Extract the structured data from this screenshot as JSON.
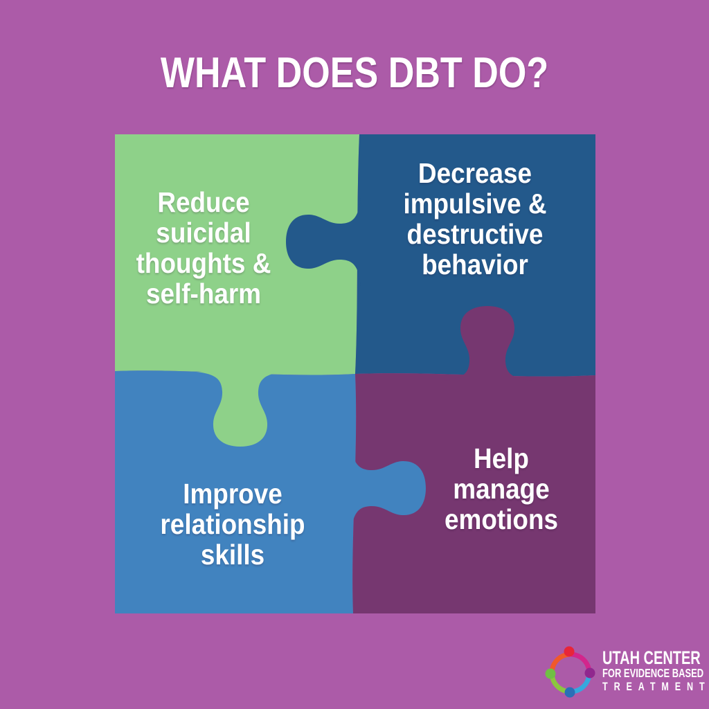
{
  "title": "WHAT DOES DBT DO?",
  "theme": {
    "background": "#AC5BA8",
    "text_color": "#FFFFFF"
  },
  "puzzle": {
    "pieces": [
      {
        "position": "top-left",
        "color": "#8ED189",
        "text": "Reduce suicidal thoughts & self-harm",
        "lines": [
          "Reduce",
          "suicidal",
          "thoughts &",
          "self-harm"
        ]
      },
      {
        "position": "top-right",
        "color": "#23598B",
        "text": "Decrease impulsive & destructive behavior",
        "lines": [
          "Decrease",
          "impulsive &",
          "destructive",
          "behavior"
        ]
      },
      {
        "position": "bottom-left",
        "color": "#4183BF",
        "text": "Improve relationship skills",
        "lines": [
          "Improve",
          "relationship",
          "skills"
        ]
      },
      {
        "position": "bottom-right",
        "color": "#763770",
        "text": "Help manage emotions",
        "lines": [
          "Help",
          "manage",
          "emotions"
        ]
      }
    ]
  },
  "logo": {
    "org_line1": "UTAH CENTER",
    "org_line2": "FOR EVIDENCE BASED",
    "org_line3": "TREATMENT",
    "mark": {
      "arc_left_top": "#F0592B",
      "arc_top_right": "#D2268C",
      "arc_right_bottom": "#35A8DE",
      "arc_bottom_left": "#8CC63F",
      "dot_top": "#E82539",
      "dot_right": "#90278E",
      "dot_bottom": "#2A6FB7",
      "dot_left": "#70BF44"
    }
  }
}
